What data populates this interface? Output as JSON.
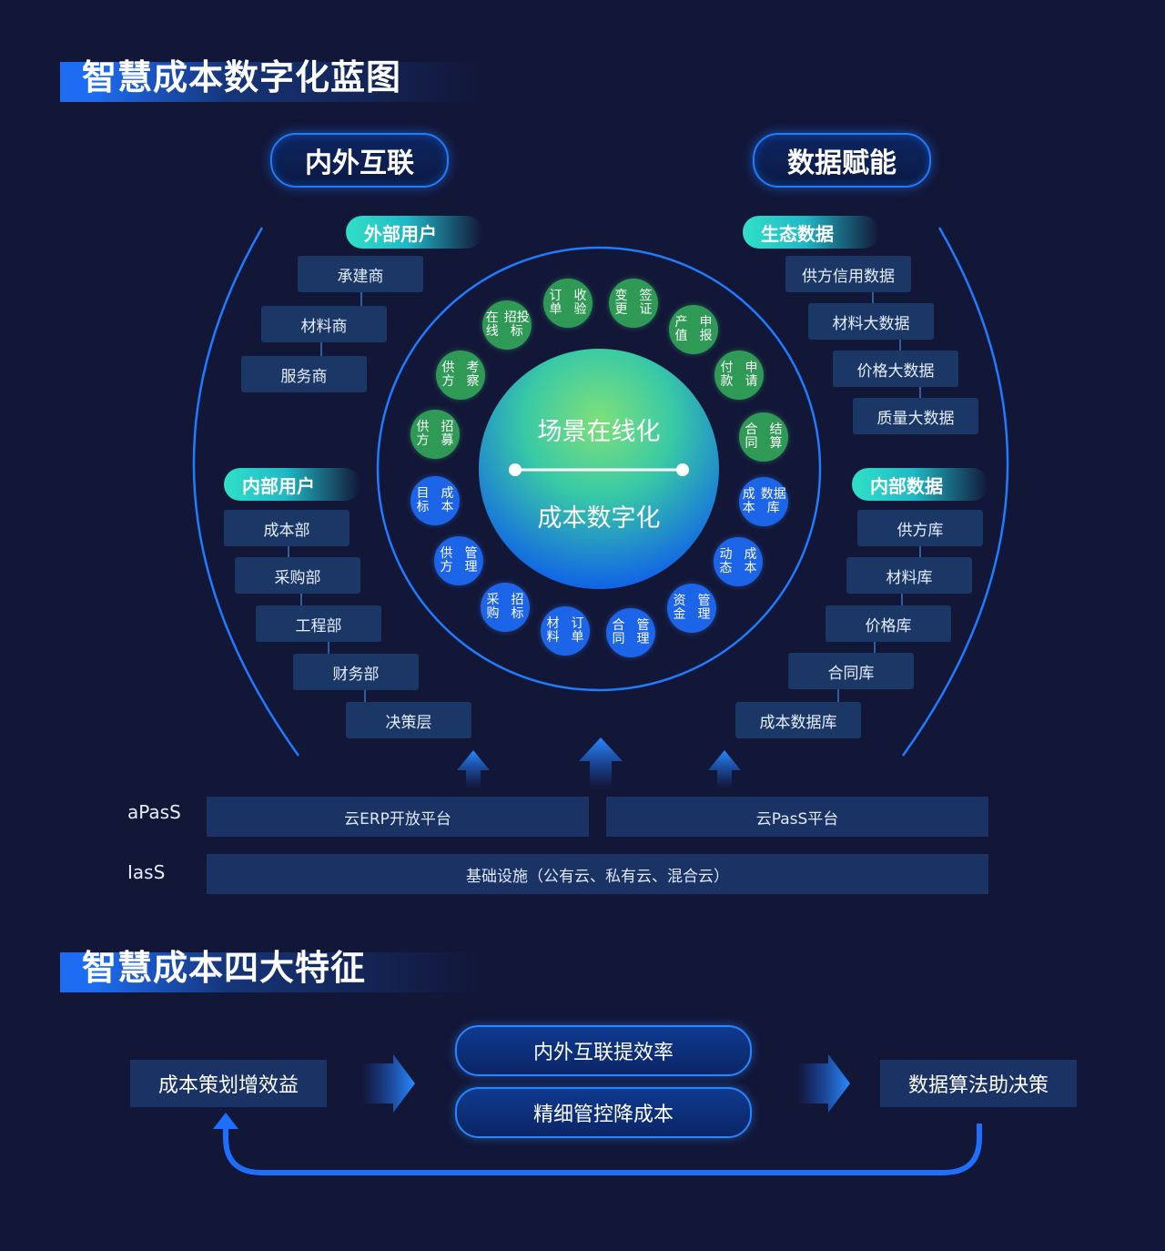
{
  "blueprint_title": "智慧成本数字化蓝图",
  "features_title": "智慧成本四大特征",
  "left_header": "内外互联",
  "right_header": "数据赋能",
  "left_groups": {
    "external": {
      "title": "外部用户",
      "items": [
        "承建商",
        "材料商",
        "服务商"
      ]
    },
    "internal": {
      "title": "内部用户",
      "items": [
        "成本部",
        "采购部",
        "工程部",
        "财务部",
        "决策层"
      ]
    }
  },
  "right_groups": {
    "eco": {
      "title": "生态数据",
      "items": [
        "供方信用数据",
        "材料大数据",
        "价格大数据",
        "质量大数据"
      ]
    },
    "internal": {
      "title": "内部数据",
      "items": [
        "供方库",
        "材料库",
        "价格库",
        "合同库",
        "成本数据库"
      ]
    }
  },
  "center": {
    "top": "场景在线化",
    "bottom": "成本数字化"
  },
  "ring_green": [
    [
      "订单",
      "收验"
    ],
    [
      "变更",
      "签证"
    ],
    [
      "产值",
      "申报"
    ],
    [
      "付款",
      "申请"
    ],
    [
      "合同",
      "结算"
    ],
    [
      "在线",
      "招投标"
    ],
    [
      "供方",
      "考察"
    ],
    [
      "供方",
      "招募"
    ]
  ],
  "ring_blue": [
    [
      "成本",
      "数据库"
    ],
    [
      "动态",
      "成本"
    ],
    [
      "资金",
      "管理"
    ],
    [
      "合同",
      "管理"
    ],
    [
      "材料",
      "订单"
    ],
    [
      "采购",
      "招标"
    ],
    [
      "供方",
      "管理"
    ],
    [
      "目标",
      "成本"
    ]
  ],
  "platform": {
    "apass_label": "aPasS",
    "iass_label": "IasS",
    "erp": "云ERP开放平台",
    "paas": "云PasS平台",
    "infra": "基础设施（公有云、私有云、混合云）"
  },
  "features": {
    "left": "成本策划增效益",
    "mid_top": "内外互联提效率",
    "mid_bottom": "精细管控降成本",
    "right": "数据算法助决策"
  },
  "colors": {
    "background": "#121738",
    "accent": "#1f7bff",
    "green": "#2f9a55",
    "blue": "#1c64e8"
  }
}
